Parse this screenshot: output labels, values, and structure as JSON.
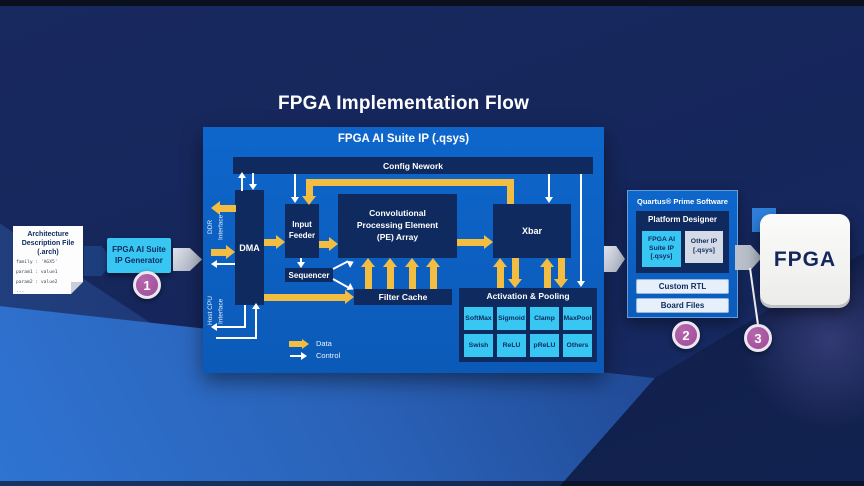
{
  "title": "FPGA Implementation Flow",
  "arch_card": {
    "title_lines": [
      "Architecture",
      "Description File",
      "(.arch)"
    ],
    "code_lines": [
      "family : 'AGX5'",
      "param1 : value1",
      "param2 : value2",
      "..."
    ]
  },
  "ip_generator": {
    "label": "FPGA AI Suite\nIP Generator"
  },
  "badges": {
    "step1": "1",
    "step2": "2",
    "step3": "3"
  },
  "suite_ip": {
    "header": "FPGA AI Suite IP (.qsys)",
    "config_bar": "Config Nework",
    "dma": "DMA",
    "ddr_interface": "DDR\nInterface",
    "host_cpu_interface": "Host CPU\nInterface",
    "input_feeder": "Input\nFeeder",
    "sequencer": "Sequencer",
    "pe_array_lines": [
      "Convolutional",
      "Processing Element",
      "(PE) Array"
    ],
    "xbar": "Xbar",
    "filter_cache": "Filter Cache",
    "activation_pooling": {
      "header": "Activation & Pooling",
      "cells": [
        "SoftMax",
        "Sigmoid",
        "Clamp",
        "MaxPool",
        "Swish",
        "ReLU",
        "pReLU",
        "Others"
      ]
    },
    "legend": {
      "data": "Data",
      "control": "Control"
    }
  },
  "quartus": {
    "header": "Quartus® Prime Software",
    "platform_designer": "Platform Designer",
    "ai_ip_lines": [
      "FPGA AI",
      "Suite IP",
      "[.qsys]"
    ],
    "other_ip_lines": [
      "Other IP",
      "[.qsys]"
    ],
    "custom_rtl": "Custom RTL",
    "board_files": "Board Files"
  },
  "fpga_chip": {
    "label": "FPGA"
  },
  "colors": {
    "accent_cyan": "#38c6f3",
    "accent_yellow": "#f2bd41",
    "navy_block": "#0e2a5e",
    "bright_blue": "#0d63c6",
    "badge_purple": "#9c4b96"
  }
}
